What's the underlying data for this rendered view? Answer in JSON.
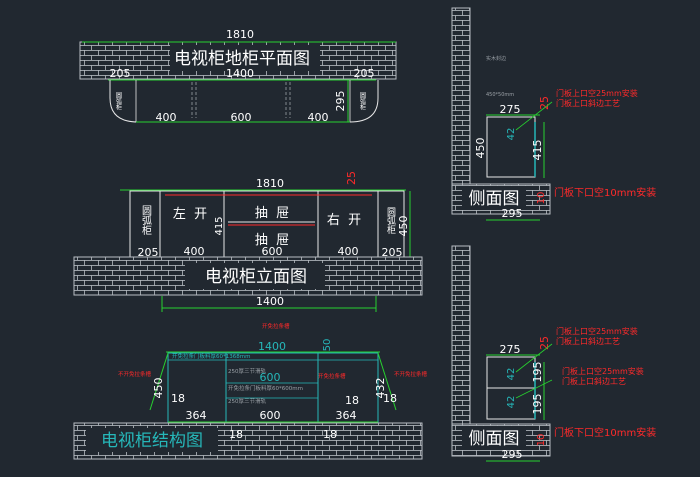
{
  "colors": {
    "background": "#212830",
    "wall": "#b9bec4",
    "dimension": "#27d12f",
    "annotation": "#ff2a2a",
    "structure": "#26b7b9",
    "text": "#ffffff",
    "cabinet_line": "#e8e8e8"
  },
  "plan": {
    "title": "电视柜地柜平面图",
    "top_width": "1810",
    "left_offset": "205",
    "inner_width": "1400",
    "right_offset": "205",
    "segments": [
      "400",
      "600",
      "400"
    ],
    "depth": "295",
    "round_cabinet_label": "圆弧柜"
  },
  "elevation": {
    "title": "电视柜立面图",
    "top_width": "1810",
    "top_gap": "25",
    "height_450": "450",
    "height_415": "415",
    "left_round": "圆弧柜",
    "right_round": "圆弧柜",
    "left_open": "左  开",
    "right_open": "右  开",
    "drawer_top": "抽  屉",
    "drawer_bottom": "抽  屉",
    "seg_400_left": "400",
    "seg_600": "600",
    "seg_400_right": "400",
    "seg_205_left": "205",
    "seg_205_right": "205",
    "bottom_width": "1400"
  },
  "structure": {
    "title": "电视柜结构图",
    "top_note": "开免拉条槽",
    "left_note": "不开免拉条槽",
    "mid_note": "开免拉条槽",
    "right_note": "不开免拉条槽",
    "inner_width": "1400",
    "height_left": "450",
    "height_right": "432",
    "top_right_dim": "50",
    "seg_600_top": "600",
    "seg_600": "600",
    "seg_364_left": "364",
    "seg_364_right": "364",
    "thk_18_a": "18",
    "thk_18_b": "18",
    "thk_18_c": "18",
    "thk_18_d": "18",
    "thk_18_e": "18",
    "board_line1": "开免拉条门板料厚60*1368mm",
    "board_line2": "250厚三节滑轨",
    "board_line3": "开免拉条门板料厚60*600mm",
    "board_line4": "250厚三节滑轨"
  },
  "side_top": {
    "title": "侧面图",
    "note1": "门板上口空25mm安装",
    "note2": "门板上口斜边工艺",
    "note_bottom": "门板下口空10mm安装",
    "width_275": "275",
    "gap_25": "25",
    "height_450": "450",
    "height_415": "415",
    "gap_10": "10",
    "width_295": "295",
    "dim_42": "42",
    "small_note1": "实木封边",
    "small_note2": "450*50mm"
  },
  "side_bottom": {
    "title": "侧面图",
    "note1": "门板上口空25mm安装",
    "note2": "门板上口斜边工艺",
    "note3": "门板上口空25mm安装",
    "note4": "门板上口斜边工艺",
    "note_bottom": "门板下口空10mm安装",
    "width_275": "275",
    "gap_25": "25",
    "height_195_top": "195",
    "height_195_bot": "195",
    "gap_10": "10",
    "width_295": "295",
    "dim_42a": "42",
    "dim_42b": "42"
  }
}
